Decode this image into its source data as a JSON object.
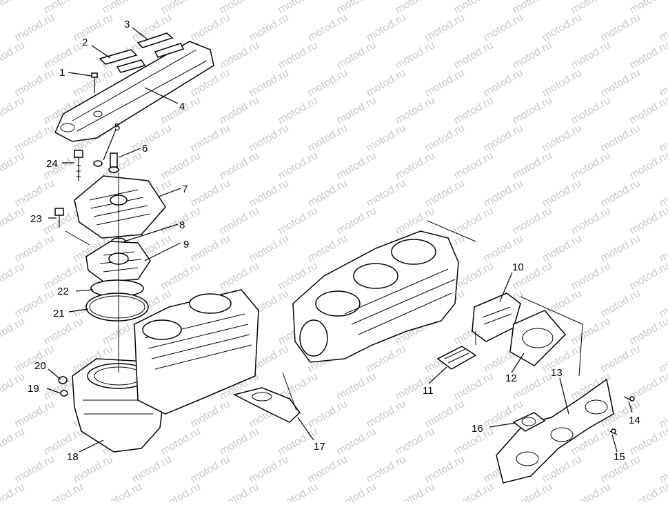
{
  "watermark": "motod.ru",
  "callouts": [
    {
      "n": "1"
    },
    {
      "n": "2"
    },
    {
      "n": "3"
    },
    {
      "n": "4"
    },
    {
      "n": "5"
    },
    {
      "n": "6"
    },
    {
      "n": "7"
    },
    {
      "n": "8"
    },
    {
      "n": "9"
    },
    {
      "n": "10"
    },
    {
      "n": "11"
    },
    {
      "n": "12"
    },
    {
      "n": "13"
    },
    {
      "n": "14"
    },
    {
      "n": "15"
    },
    {
      "n": "16"
    },
    {
      "n": "17"
    },
    {
      "n": "18"
    },
    {
      "n": "19"
    },
    {
      "n": "20"
    },
    {
      "n": "21"
    },
    {
      "n": "22"
    },
    {
      "n": "23"
    },
    {
      "n": "24"
    }
  ]
}
